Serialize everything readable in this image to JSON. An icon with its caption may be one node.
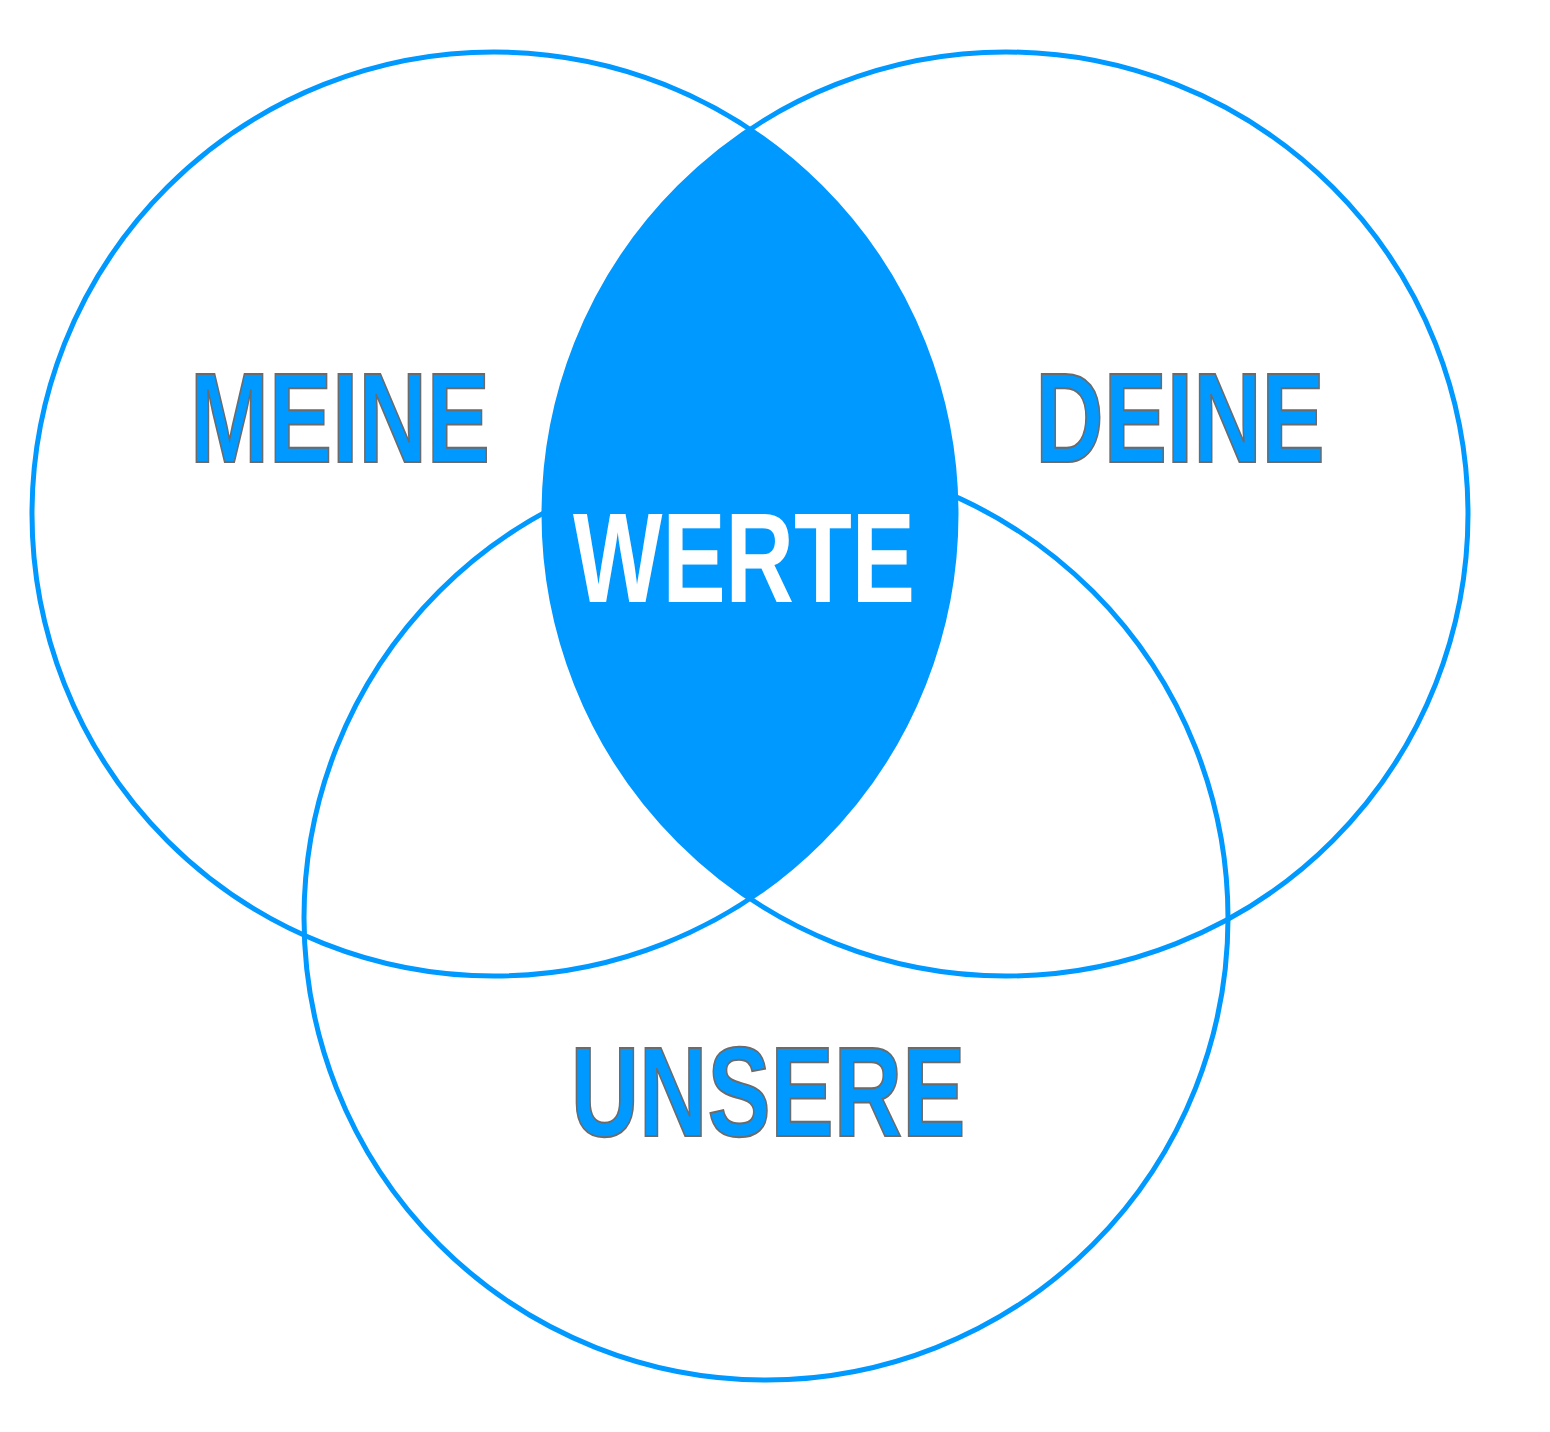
{
  "diagram": {
    "nodes": [
      {
        "text": [
          "MEINE"
        ]
      },
      {
        "text": [
          "DEINE"
        ]
      },
      {
        "text": [
          "UNSERE"
        ]
      },
      {
        "text": [
          "WERTE"
        ]
      }
    ]
  }
}
